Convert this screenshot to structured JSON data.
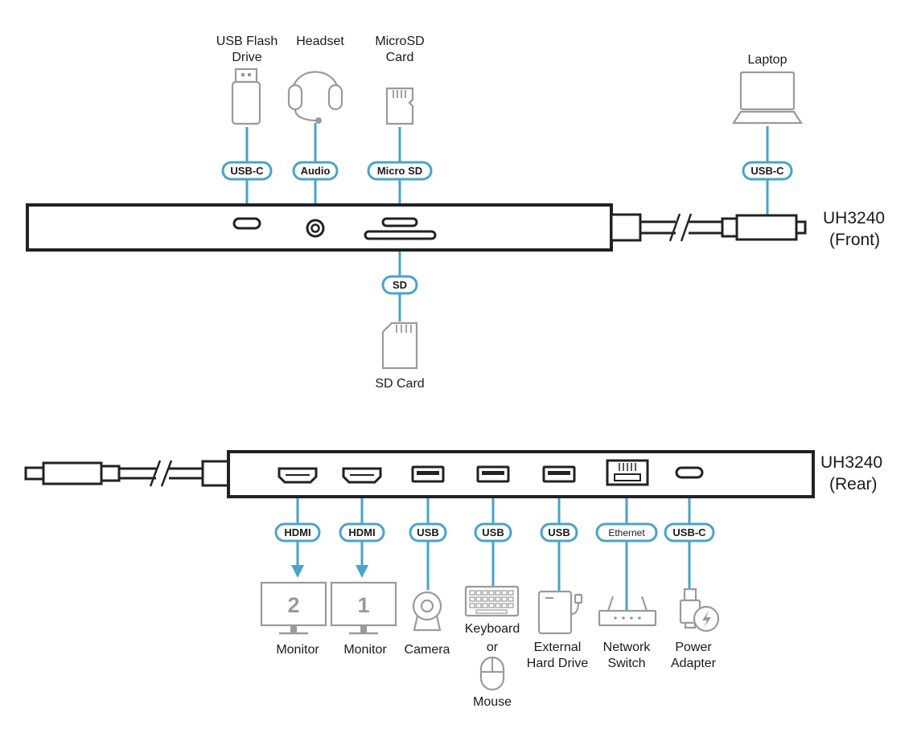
{
  "front": {
    "model": "UH3240",
    "view": "(Front)",
    "devices": {
      "usb_flash_drive": [
        "USB Flash",
        "Drive"
      ],
      "headset": "Headset",
      "microsd_card": [
        "MicroSD",
        "Card"
      ],
      "sd_card": "SD Card",
      "laptop": "Laptop"
    },
    "ports": {
      "usb_c": "USB-C",
      "audio": "Audio",
      "micro_sd": "Micro SD",
      "sd": "SD",
      "host_usb_c": "USB-C"
    }
  },
  "rear": {
    "model": "UH3240",
    "view": "(Rear)",
    "ports": {
      "hdmi_1": "HDMI",
      "hdmi_2": "HDMI",
      "usb_1": "USB",
      "usb_2": "USB",
      "usb_3": "USB",
      "ethernet": "Ethernet",
      "usb_c": "USB-C"
    },
    "devices": {
      "monitor_2": {
        "label": "Monitor",
        "number": "2"
      },
      "monitor_1": {
        "label": "Monitor",
        "number": "1"
      },
      "camera": "Camera",
      "keyboard": "Keyboard",
      "or": "or",
      "mouse": "Mouse",
      "external_hard_drive": [
        "External",
        "Hard Drive"
      ],
      "network_switch": [
        "Network",
        "Switch"
      ],
      "power_adapter": [
        "Power",
        "Adapter"
      ]
    }
  }
}
